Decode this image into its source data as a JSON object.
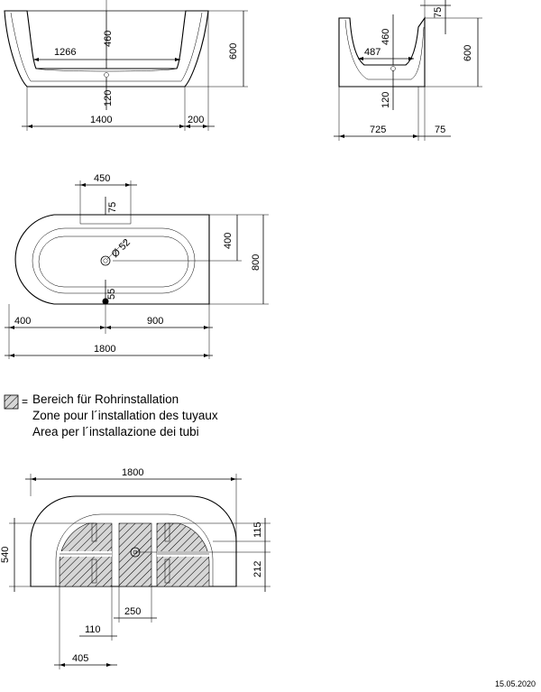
{
  "side_view_long": {
    "dims": {
      "d1266": "1266",
      "d460": "460",
      "d600": "600",
      "d120": "120",
      "d1400": "1400",
      "d200": "200"
    }
  },
  "side_view_short": {
    "dims": {
      "d75top": "75",
      "d460": "460",
      "d487": "487",
      "d600": "600",
      "d120": "120",
      "d725": "725",
      "d75bottom": "75"
    }
  },
  "top_view": {
    "dims": {
      "d450": "450",
      "d75": "75",
      "d400right": "400",
      "d800": "800",
      "d52": "Ø 52",
      "d55": "55",
      "d400left": "400",
      "d900": "900",
      "d1800": "1800"
    }
  },
  "legend": {
    "equals": "=",
    "lines": [
      "Bereich für Rohrinstallation",
      "Zone pour l´installation des tuyaux",
      "Area per l´installazione dei tubi"
    ]
  },
  "install_view": {
    "dims": {
      "d1800": "1800",
      "d540": "540",
      "d115": "115",
      "d212": "212",
      "d250": "250",
      "d110": "110",
      "d405": "405"
    }
  },
  "date": "15.05.2020"
}
